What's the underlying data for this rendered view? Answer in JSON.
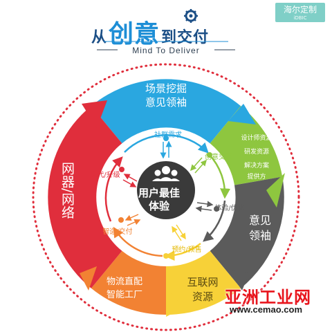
{
  "title": {
    "prefix": "从",
    "main": "创意",
    "suffix": "到交付",
    "subtitle": "Mind To Deliver"
  },
  "brand": {
    "name": "海尔定制",
    "sub": "iDBIC"
  },
  "segments": {
    "top": {
      "line1": "场景挖掘",
      "line2": "意见领袖",
      "color": "#2aa7e0"
    },
    "right_top": {
      "items": [
        "设计师资源",
        "研发资源",
        "解决方案",
        "提供方"
      ],
      "color": "#8ec63f"
    },
    "right": {
      "line1": "意见",
      "line2": "领袖",
      "color": "#5b5b5b"
    },
    "bottom_right": {
      "line1": "互联网",
      "line2": "资源",
      "color": "#f7d138"
    },
    "bottom_left": {
      "line1": "物流直配",
      "line2": "智能工厂",
      "color": "#f28233"
    },
    "left": {
      "line1": "网器/网络",
      "color": "#e02e3c"
    }
  },
  "inner": {
    "top": "社群需求",
    "right_top": "创意交互",
    "right": "体验/优化",
    "bottom": "预约/预售",
    "left_bottom": "智造/交付",
    "left": "迭代/升级"
  },
  "center": {
    "line1": "用户最佳",
    "line2": "体验"
  },
  "watermark": {
    "text": "亚洲工业网",
    "url": "www.cemao.com"
  }
}
